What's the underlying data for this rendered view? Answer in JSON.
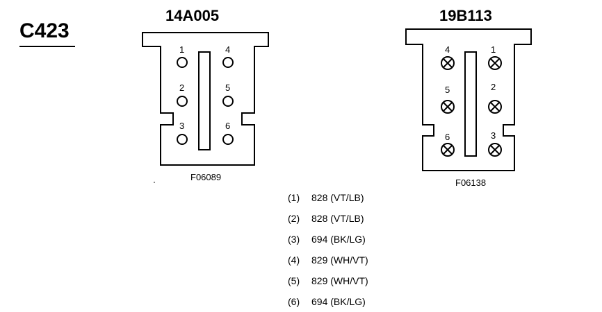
{
  "connector": "C423",
  "left_connector": {
    "part_number": "14A005",
    "figure_ref": "F06089",
    "pins": [
      "1",
      "2",
      "3",
      "4",
      "5",
      "6"
    ]
  },
  "right_connector": {
    "part_number": "19B113",
    "figure_ref": "F06138",
    "pins": [
      "4",
      "5",
      "6",
      "1",
      "2",
      "3"
    ]
  },
  "pin_table": [
    {
      "pin": "(1)",
      "circuit": "828 (VT/LB)"
    },
    {
      "pin": "(2)",
      "circuit": "828 (VT/LB)"
    },
    {
      "pin": "(3)",
      "circuit": "694 (BK/LG)"
    },
    {
      "pin": "(4)",
      "circuit": "829 (WH/VT)"
    },
    {
      "pin": "(5)",
      "circuit": "829 (WH/VT)"
    },
    {
      "pin": "(6)",
      "circuit": "694 (BK/LG)"
    }
  ]
}
